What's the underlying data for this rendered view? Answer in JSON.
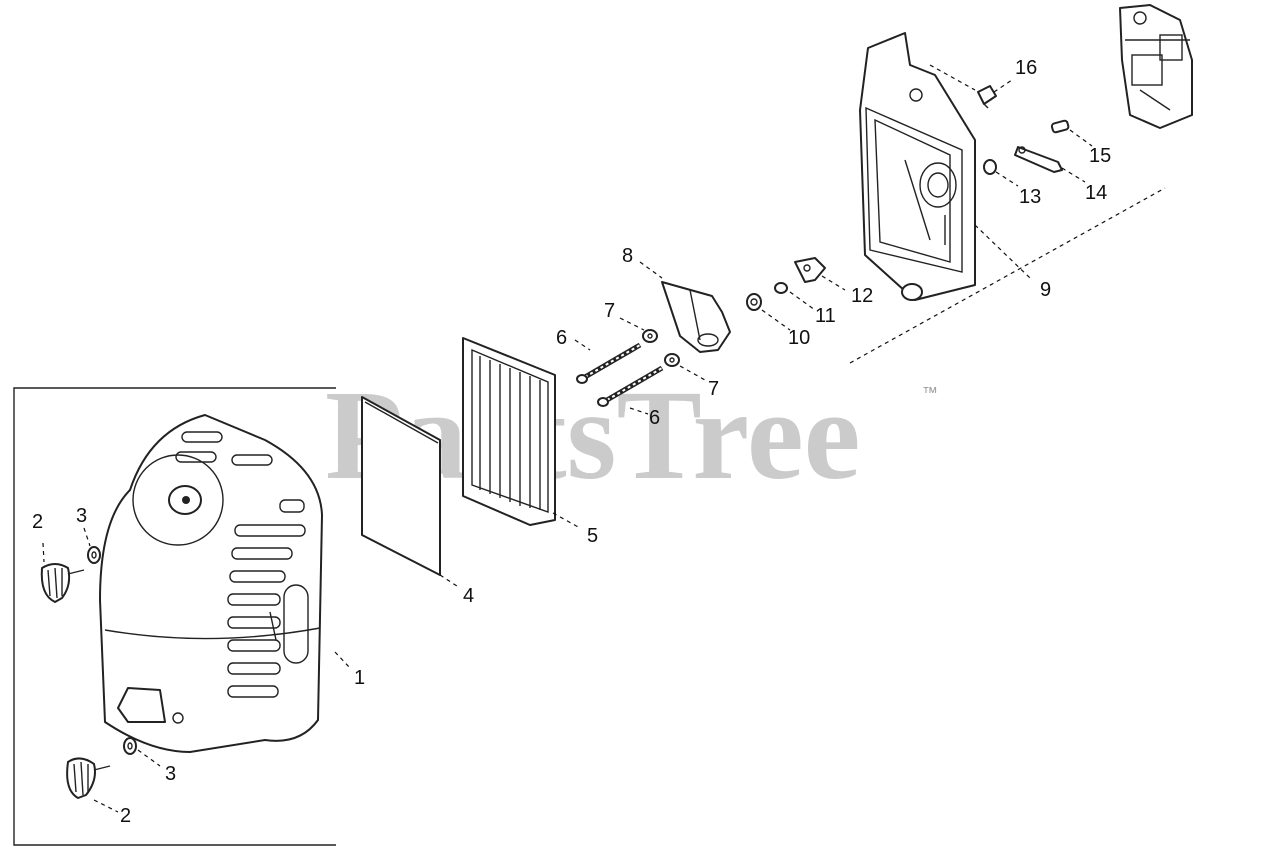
{
  "watermark": {
    "text": "PartsTree",
    "trademark": "™"
  },
  "labels": {
    "l1": "1",
    "l2a": "2",
    "l2b": "2",
    "l3a": "3",
    "l3b": "3",
    "l4": "4",
    "l5": "5",
    "l6a": "6",
    "l6b": "6",
    "l7a": "7",
    "l7b": "7",
    "l8": "8",
    "l9": "9",
    "l10": "10",
    "l11": "11",
    "l12": "12",
    "l13": "13",
    "l14": "14",
    "l15": "15",
    "l16": "16"
  }
}
